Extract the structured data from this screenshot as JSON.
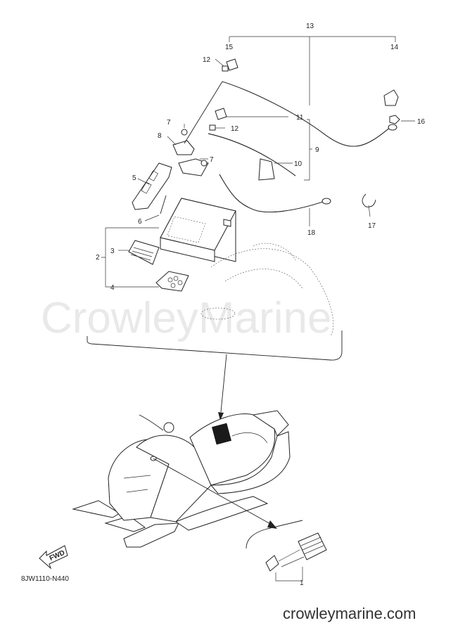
{
  "watermark": "CrowleyMarine",
  "diagram_code": "8JW1110-N440",
  "footer_url": "crowleymarine.com",
  "fwd_label": "FWD",
  "callouts": {
    "c1": "1",
    "c2": "2",
    "c3": "3",
    "c4": "4",
    "c5": "5",
    "c6": "6",
    "c7a": "7",
    "c7b": "7",
    "c8": "8",
    "c9": "9",
    "c10": "10",
    "c11": "11",
    "c12a": "12",
    "c12b": "12",
    "c13": "13",
    "c14": "14",
    "c15": "15",
    "c16": "16",
    "c17": "17",
    "c18": "18"
  }
}
